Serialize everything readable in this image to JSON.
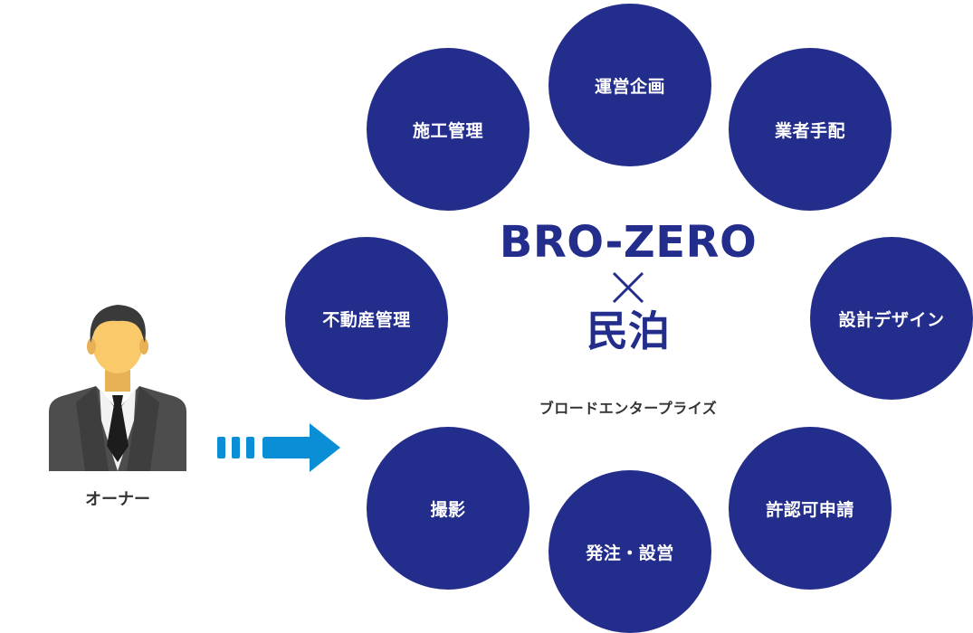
{
  "colors": {
    "circle": "#232d8c",
    "accent_arrow": "#0a8fd6",
    "text_dark": "#333333",
    "skin": "#f9c96a",
    "hair": "#3a3a3a",
    "suit": "#4d4d4d"
  },
  "center": {
    "brand": "BRO-ZERO",
    "symbol": "×",
    "subject": "民泊",
    "company": "ブロードエンタープライズ"
  },
  "owner": {
    "label": "オーナー",
    "icon": "businessman-icon"
  },
  "services": [
    {
      "label": "運営企画"
    },
    {
      "label": "業者手配"
    },
    {
      "label": "設計デザイン"
    },
    {
      "label": "許認可申請"
    },
    {
      "label": "発注・設営"
    },
    {
      "label": "撮影"
    },
    {
      "label": "不動産管理"
    },
    {
      "label": "施工管理"
    }
  ]
}
